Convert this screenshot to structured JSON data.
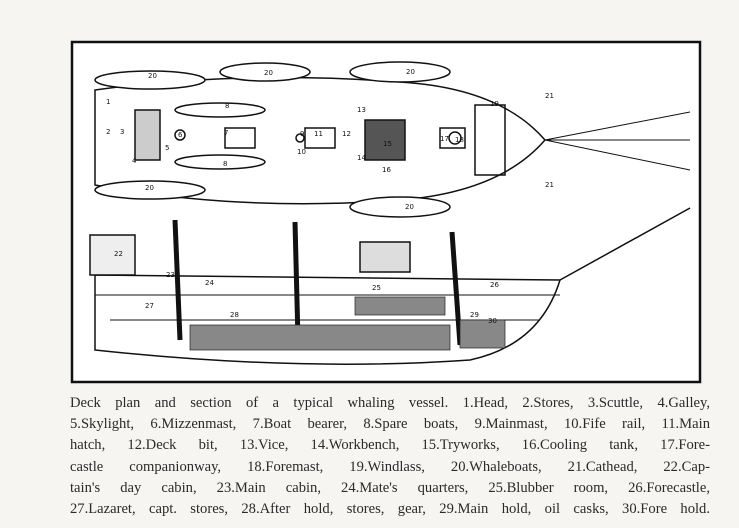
{
  "figure": {
    "labels": [
      "20",
      "20",
      "20",
      "1",
      "2",
      "3",
      "4",
      "5",
      "6",
      "7",
      "8",
      "8",
      "9",
      "10",
      "11",
      "12",
      "13",
      "14",
      "15",
      "16",
      "17",
      "18",
      "19",
      "20",
      "20",
      "21",
      "21",
      "22",
      "23",
      "24",
      "25",
      "26",
      "27",
      "28",
      "29",
      "30"
    ]
  },
  "caption": {
    "lines": [
      "Deck plan and section of a typical whaling vessel. 1.Head, 2.Stores, 3.Scuttle, 4.Galley,",
      "5.Skylight, 6.Mizzenmast, 7.Boat bearer, 8.Spare boats, 9.Mainmast, 10.Fife rail, 11.Main",
      "hatch, 12.Deck bit, 13.Vice, 14.Workbench, 15.Tryworks, 16.Cooling tank, 17.Fore-",
      "castle companionway, 18.Foremast, 19.Windlass, 20.Whaleboats, 21.Cathead, 22.Cap-",
      "tain's day cabin, 23.Main cabin, 24.Mate's quarters, 25.Blubber room, 26.Forecastle,",
      "27.Lazaret, capt. stores, 28.After hold, stores, gear, 29.Main hold, oil casks, 30.Fore hold."
    ]
  }
}
